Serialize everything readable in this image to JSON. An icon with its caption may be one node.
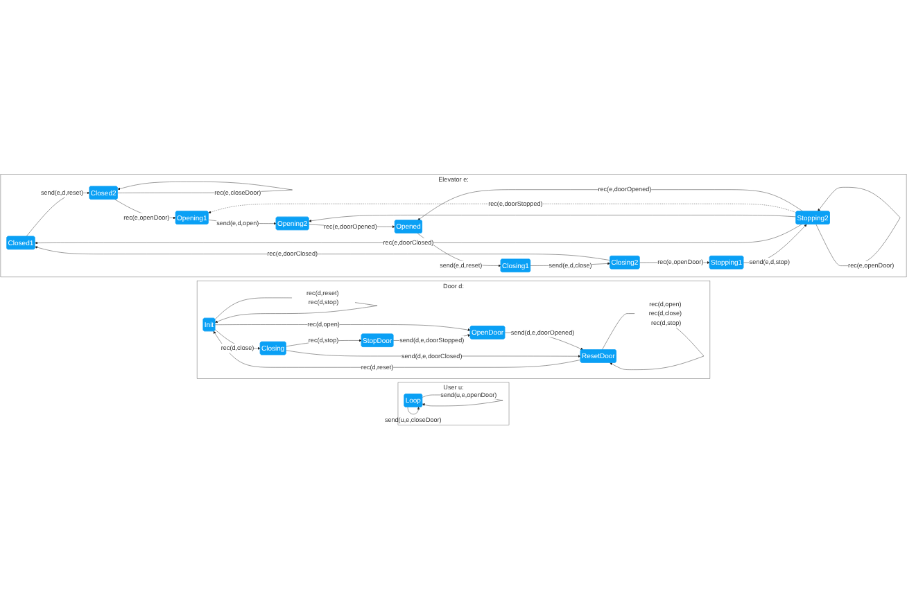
{
  "diagram": {
    "nodes": [
      {
        "text": [
          "User u:"
        ]
      },
      {
        "text": [
          "Loop"
        ],
        "in": 0
      },
      {
        "text": [
          "Door d:"
        ]
      },
      {
        "text": [
          "Init"
        ],
        "in": 2
      },
      {
        "text": [
          "OpenDoor"
        ],
        "in": 2
      },
      {
        "text": [
          "ResetDoor"
        ],
        "in": 2
      },
      {
        "text": [
          "Closing"
        ],
        "in": 2
      },
      {
        "text": [
          "StopDoor"
        ],
        "in": 2
      },
      {
        "text": [
          "Elevator e:"
        ]
      },
      {
        "text": [
          "Closed1"
        ],
        "in": 8
      },
      {
        "text": [
          "Closed2"
        ],
        "in": 8
      },
      {
        "text": [
          "Opening1"
        ],
        "in": 8
      },
      {
        "text": [
          "Opening2"
        ],
        "in": 8
      },
      {
        "text": [
          "Opened"
        ],
        "in": 8
      },
      {
        "text": [
          "Closing1"
        ],
        "in": 8
      },
      {
        "text": [
          "Closing2"
        ],
        "in": 8
      },
      {
        "text": [
          "Stopping1"
        ],
        "in": 8
      },
      {
        "text": [
          "Stopping2"
        ],
        "in": 8
      }
    ],
    "edges": [
      {
        "from": 1,
        "to": 1,
        "arrow": "to",
        "label": "send(u,e,openDoor)"
      },
      {
        "from": 1,
        "to": 1,
        "arrow": "to",
        "label": "send(u,e,closeDoor)"
      },
      {
        "from": 3,
        "to": 3,
        "arrow": "to",
        "label": "rec(d,reset) rec(d,stop)"
      },
      {
        "from": 3,
        "to": 4,
        "arrow": "to",
        "label": "rec(d,open)"
      },
      {
        "from": 3,
        "to": 6,
        "arrow": "to",
        "label": "rec(d,close)"
      },
      {
        "from": 4,
        "to": 5,
        "arrow": "to",
        "label": "send(d,e,doorOpened)"
      },
      {
        "from": 5,
        "to": 3,
        "arrow": "to",
        "label": "rec(d,reset)"
      },
      {
        "from": 5,
        "to": 5,
        "arrow": "to",
        "label": "rec(d,open) rec(d,close) rec(d,stop)"
      },
      {
        "from": 6,
        "to": 5,
        "arrow": "to",
        "label": "send(d,e,doorClosed)"
      },
      {
        "from": 6,
        "to": 7,
        "arrow": "to",
        "label": "rec(d,stop)"
      },
      {
        "from": 7,
        "to": 4,
        "arrow": "to",
        "label": "send(d,e,doorStopped)"
      },
      {
        "from": 9,
        "to": 10,
        "arrow": "to",
        "label": "send(e,d,reset)"
      },
      {
        "from": 10,
        "to": 10,
        "arrow": "to",
        "label": "rec(e,closeDoor)"
      },
      {
        "from": 10,
        "to": 11,
        "arrow": "to",
        "label": "rec(e,openDoor)"
      },
      {
        "from": 11,
        "to": 12,
        "arrow": "to",
        "label": "send(e,d,open)"
      },
      {
        "from": 12,
        "to": 13,
        "arrow": "to",
        "label": "rec(e,doorOpened)"
      },
      {
        "from": 13,
        "to": 14,
        "arrow": "to",
        "label": "send(e,d,reset)"
      },
      {
        "from": 14,
        "to": 15,
        "arrow": "to",
        "label": "send(e,d,close)"
      },
      {
        "from": 15,
        "to": 9,
        "arrow": "to",
        "label": "rec(e,doorClosed)"
      },
      {
        "from": 15,
        "to": 16,
        "arrow": "to",
        "label": "rec(e,openDoor)"
      },
      {
        "from": 16,
        "to": 17,
        "arrow": "to",
        "label": "send(e,d,stop)"
      },
      {
        "from": 17,
        "to": 9,
        "arrow": "to",
        "label": "rec(e,doorClosed)"
      },
      {
        "from": 17,
        "to": 12,
        "arrow": "to"
      },
      {
        "from": 17,
        "to": 11,
        "arrow": "to",
        "style": "dashed",
        "label": "rec(e,doorStopped)"
      },
      {
        "from": 17,
        "to": 13,
        "arrow": "to",
        "label": "rec(e,doorOpened)"
      },
      {
        "from": 17,
        "to": 17,
        "arrow": "to",
        "label": "rec(e,openDoor)"
      }
    ]
  }
}
